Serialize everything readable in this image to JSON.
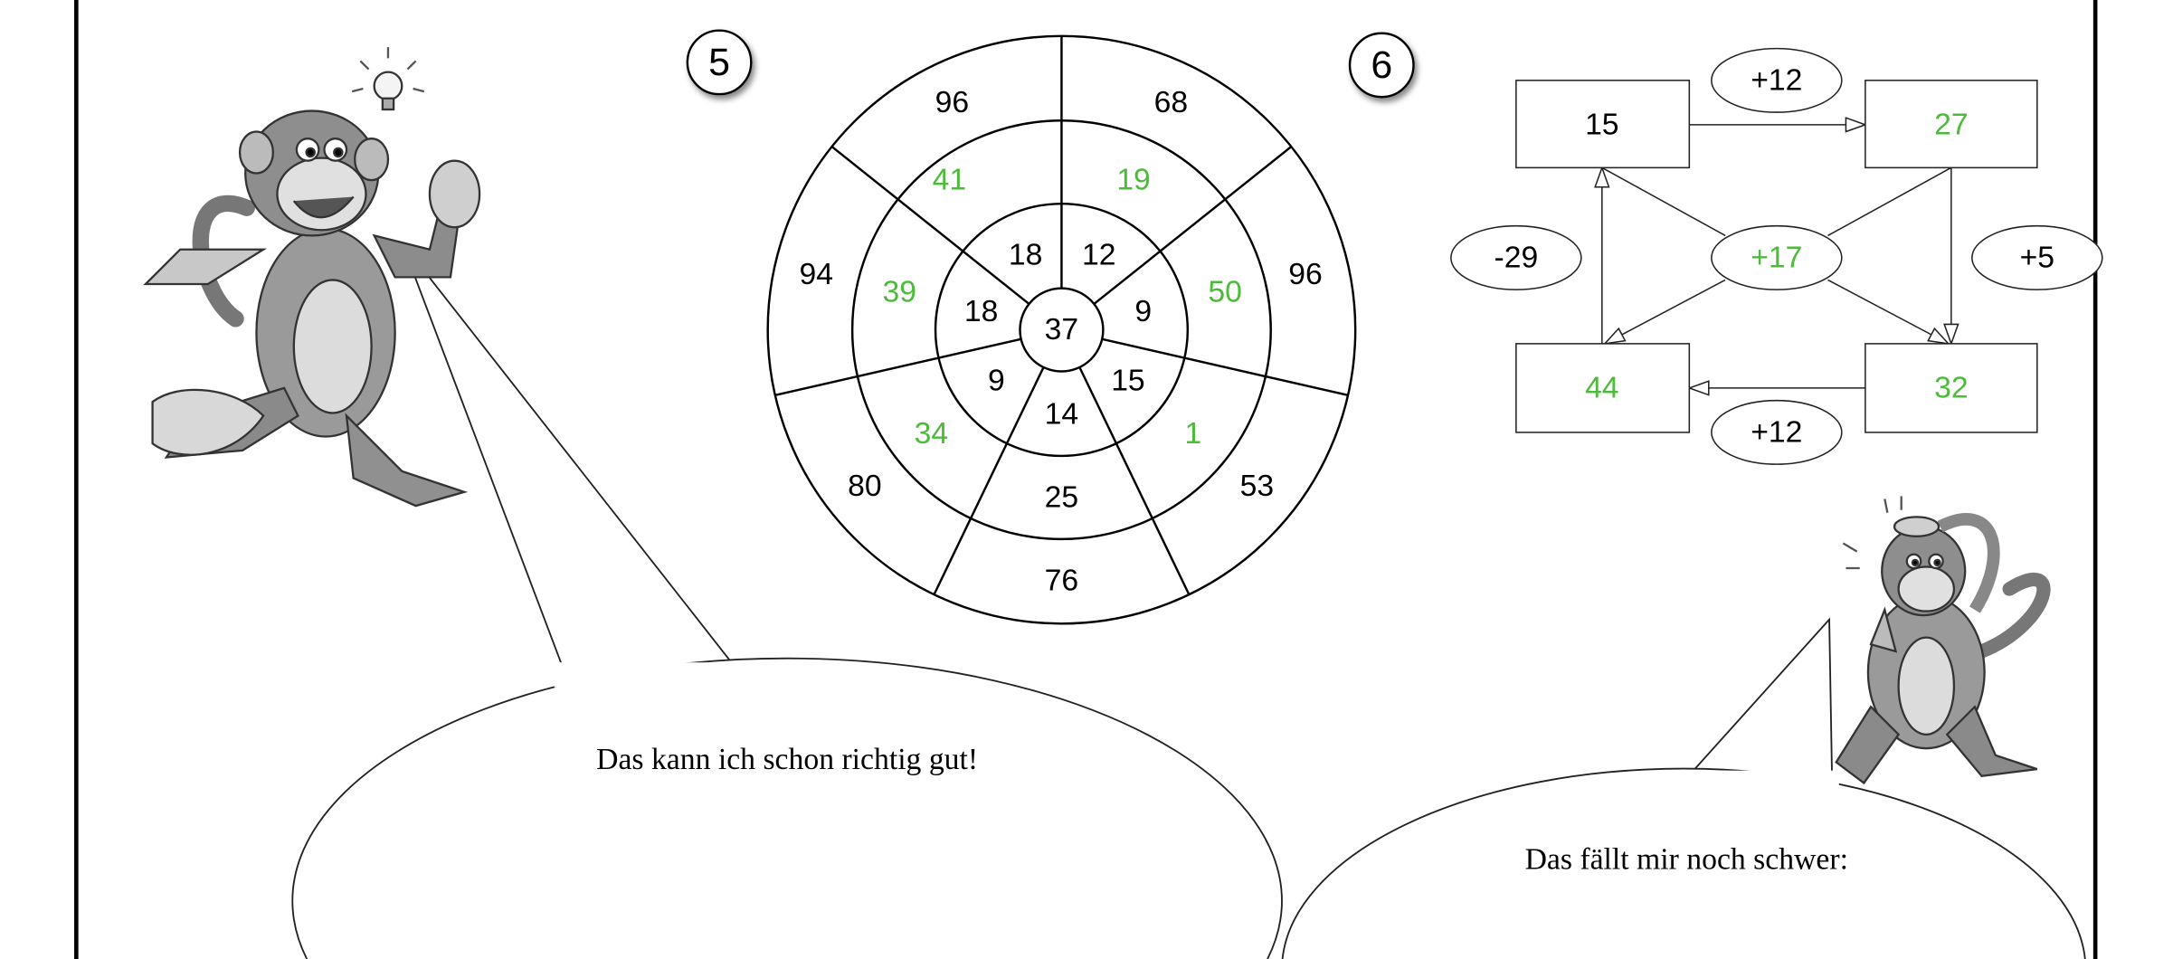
{
  "task5": {
    "label": "5",
    "center": "37",
    "inner": [
      "18",
      "12",
      "9",
      "15",
      "14",
      "9",
      "18"
    ],
    "middle": [
      "41",
      "19",
      "50",
      "1",
      "25",
      "34",
      "39"
    ],
    "outer": [
      "96",
      "68",
      "96",
      "53",
      "76",
      "80",
      "94"
    ],
    "middle_solved_color": "#4cbb3a"
  },
  "task6": {
    "label": "6",
    "boxes": {
      "top_left": "15",
      "top_right": "27",
      "bottom_left": "44",
      "bottom_right": "32"
    },
    "ops": {
      "top": "+12",
      "left": "-29",
      "center": "+17",
      "right": "+5",
      "bottom": "+12"
    }
  },
  "speech": {
    "left": "Das kann ich schon richtig gut!",
    "right": "Das fällt mir noch schwer:"
  }
}
